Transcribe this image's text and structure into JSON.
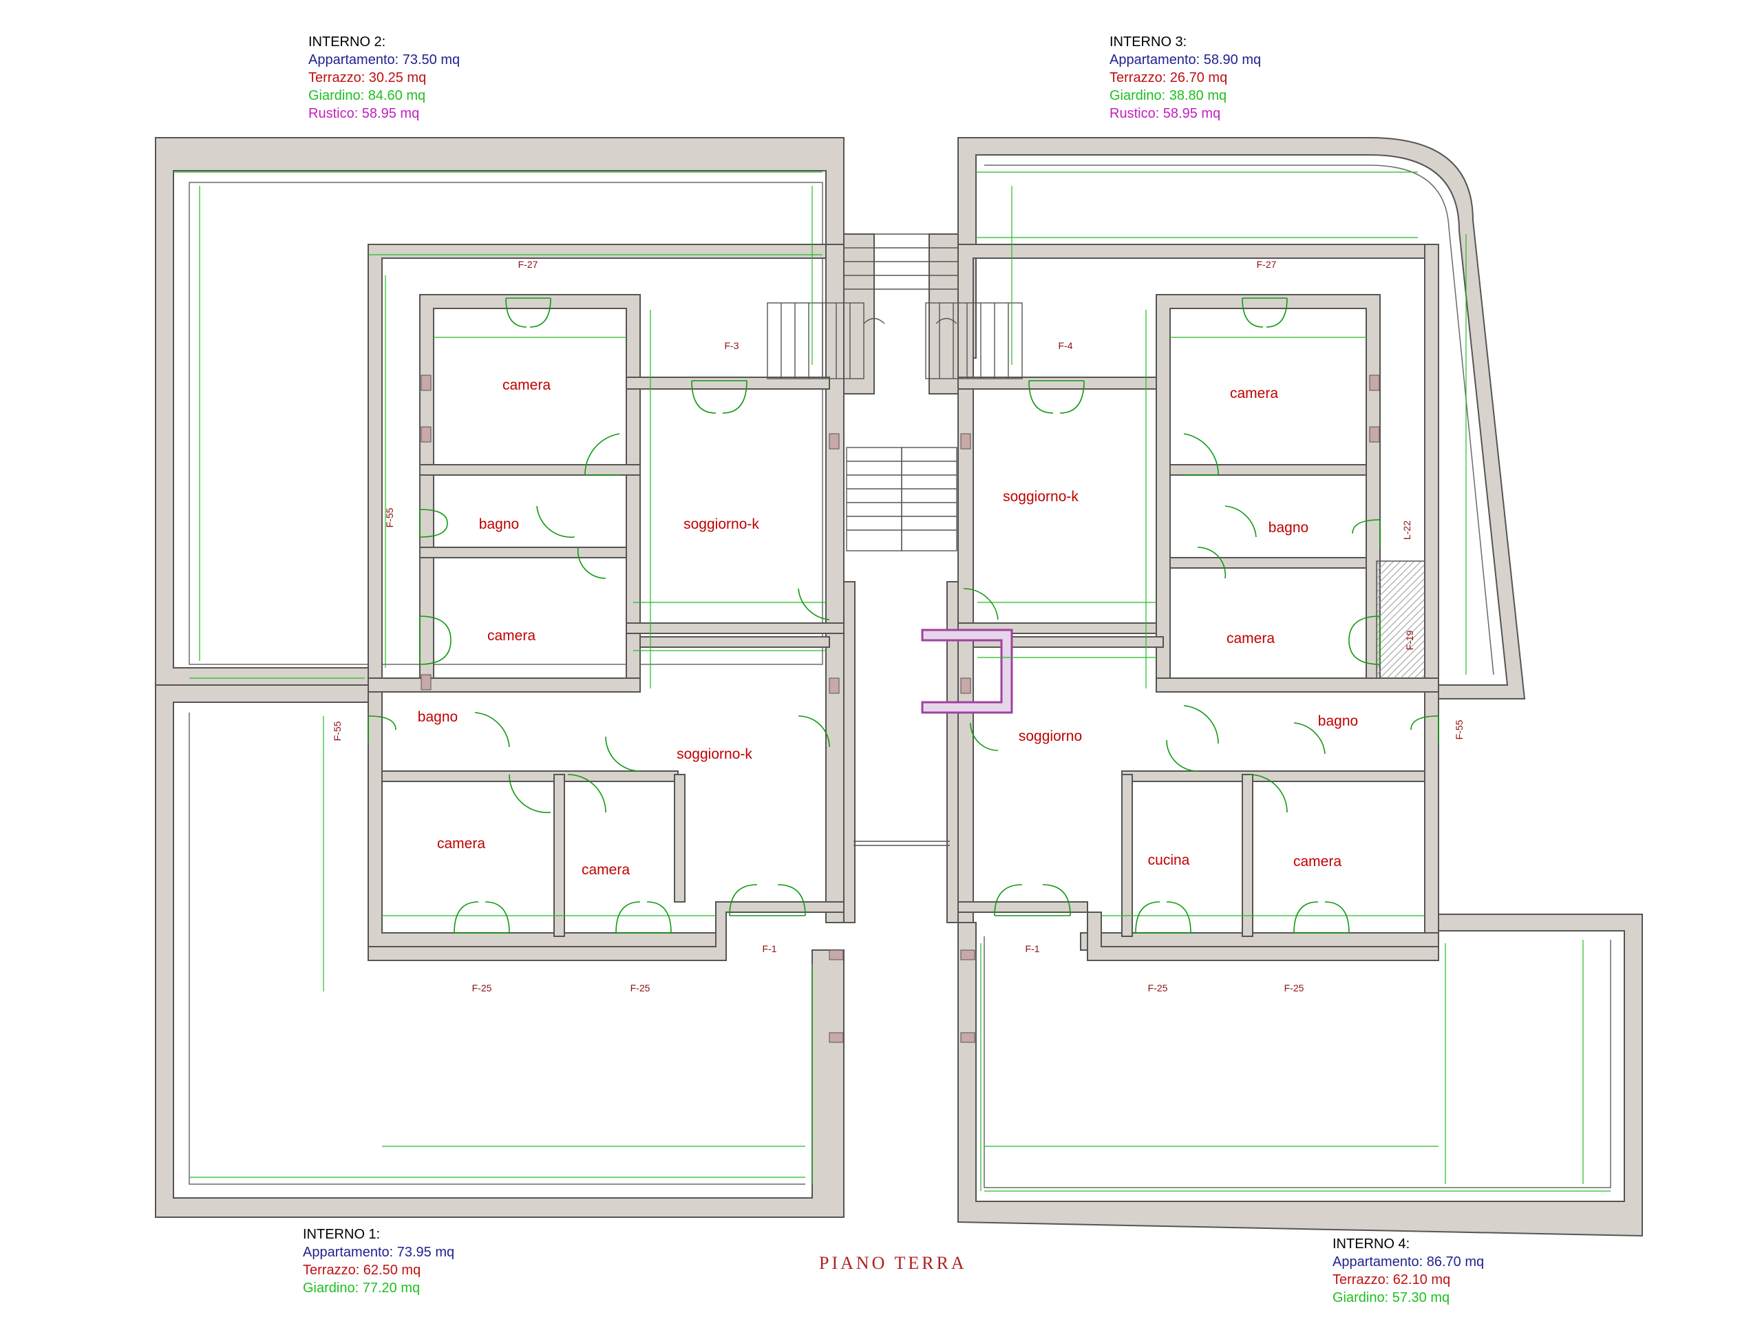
{
  "units": [
    {
      "title": "INTERNO 2:",
      "appartamento": "Appartamento: 73.50 mq",
      "terrazzo": "Terrazzo: 30.25 mq",
      "giardino": "Giardino: 84.60 mq",
      "rustico": "Rustico: 58.95 mq"
    },
    {
      "title": "INTERNO 3:",
      "appartamento": "Appartamento: 58.90 mq",
      "terrazzo": "Terrazzo: 26.70 mq",
      "giardino": "Giardino: 38.80 mq",
      "rustico": "Rustico: 58.95 mq"
    },
    {
      "title": "INTERNO 1:",
      "appartamento": "Appartamento: 73.95 mq",
      "terrazzo": "Terrazzo: 62.50 mq",
      "giardino": "Giardino: 77.20 mq"
    },
    {
      "title": "INTERNO 4:",
      "appartamento": "Appartamento: 86.70 mq",
      "terrazzo": "Terrazzo: 62.10 mq",
      "giardino": "Giardino: 57.30 mq"
    }
  ],
  "rooms": {
    "r1": "camera",
    "r2": "bagno",
    "r3": "camera",
    "r4": "soggiorno-k",
    "r5": "camera",
    "r6": "soggiorno-k",
    "r7": "bagno",
    "r8": "camera",
    "r9": "bagno",
    "r10": "camera",
    "r11": "camera",
    "r12": "soggiorno-k",
    "r13": "soggiorno",
    "r14": "cucina",
    "r15": "bagno",
    "r16": "camera"
  },
  "window_codes": {
    "w1": "F-27",
    "w2": "F-3",
    "w3": "F-4",
    "w4": "F-27",
    "w5": "F-55",
    "w6": "L-22",
    "w7": "F-19",
    "w8": "F-55",
    "w9": "F-55",
    "w10": "F-1",
    "w11": "F-25",
    "w12": "F-25",
    "w13": "F-1",
    "w14": "F-25",
    "w15": "F-25"
  },
  "plan_title": "PIANO TERRA",
  "colors": {
    "wall": "#5a5a5a",
    "wall_fill": "#d8d2cc",
    "dimension": "#22bb22",
    "door": "#119911",
    "label": "#c00000"
  }
}
